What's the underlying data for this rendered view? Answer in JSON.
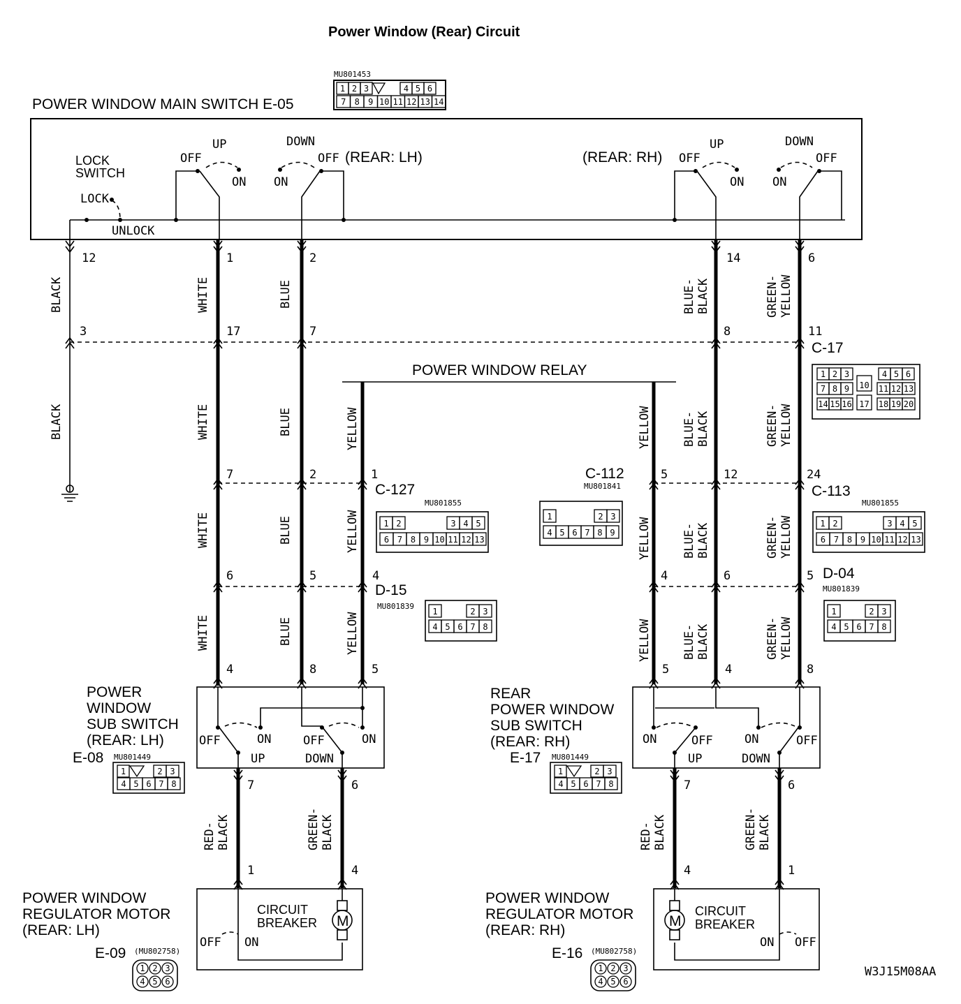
{
  "title": "Power Window (Rear) Circuit",
  "figure_code": "W3J15M08AA",
  "main_switch": {
    "label": "POWER WINDOW MAIN SWITCH E-05",
    "part_number": "MU801453",
    "connector_pins_row1": [
      "1",
      "2",
      "3",
      "4",
      "5",
      "6"
    ],
    "connector_pins_row2": [
      "7",
      "8",
      "9",
      "10",
      "11",
      "12",
      "13",
      "14"
    ],
    "lock_switch": "LOCK SWITCH",
    "lock": "LOCK",
    "unlock": "UNLOCK",
    "rear_lh": "(REAR: LH)",
    "rear_rh": "(REAR: RH)",
    "up": "UP",
    "down": "DOWN",
    "off": "OFF",
    "on": "ON"
  },
  "relay": {
    "label": "POWER WINDOW RELAY"
  },
  "pins": {
    "p12": "12",
    "p1": "1",
    "p2": "2",
    "p14": "14",
    "p6": "6",
    "c17_3": "3",
    "c17_17": "17",
    "c17_7": "7",
    "c17_8": "8",
    "c17_11": "11",
    "c127_7": "7",
    "c127_2": "2",
    "c127_1": "1",
    "c112_5": "5",
    "c113_12": "12",
    "c113_24": "24",
    "d15_6": "6",
    "d15_5": "5",
    "d15_4": "4",
    "d04_4": "4",
    "d04_6": "6",
    "d04_5": "5",
    "e08_4": "4",
    "e08_8": "8",
    "e08_5": "5",
    "e08_7": "7",
    "e08_6": "6",
    "e17_5": "5",
    "e17_4": "4",
    "e17_8": "8",
    "e17_7": "7",
    "e17_6": "6",
    "e09_1": "1",
    "e09_4": "4",
    "e16_4": "4",
    "e16_1": "1"
  },
  "wires": {
    "black": "BLACK",
    "white": "WHITE",
    "blue": "BLUE",
    "yellow": "YELLOW",
    "blue_black_1": "BLUE-",
    "blue_black_2": "BLACK",
    "green_yellow_1": "GREEN-",
    "green_yellow_2": "YELLOW",
    "red_black_1": "RED-",
    "red_black_2": "BLACK",
    "green_black_1": "GREEN-",
    "green_black_2": "BLACK"
  },
  "connectors": {
    "c17": {
      "label": "C-17",
      "row1": [
        "1",
        "2",
        "3",
        "4",
        "5",
        "6"
      ],
      "mid": "10",
      "row2": [
        "7",
        "8",
        "9",
        "11",
        "12",
        "13"
      ],
      "row3": [
        "14",
        "15",
        "16",
        "17",
        "18",
        "19",
        "20"
      ]
    },
    "c127": {
      "label": "C-127",
      "part_number": "MU801855",
      "row1": [
        "1",
        "2",
        "3",
        "4",
        "5"
      ],
      "row2": [
        "6",
        "7",
        "8",
        "9",
        "10",
        "11",
        "12",
        "13"
      ]
    },
    "c112": {
      "label": "C-112",
      "part_number": "MU801841",
      "row1": [
        "1",
        "2",
        "3"
      ],
      "row2": [
        "4",
        "5",
        "6",
        "7",
        "8",
        "9"
      ]
    },
    "c113": {
      "label": "C-113",
      "part_number": "MU801855",
      "row1": [
        "1",
        "2",
        "3",
        "4",
        "5"
      ],
      "row2": [
        "6",
        "7",
        "8",
        "9",
        "10",
        "11",
        "12",
        "13"
      ]
    },
    "d15": {
      "label": "D-15",
      "part_number": "MU801839",
      "row1": [
        "1",
        "2",
        "3"
      ],
      "row2": [
        "4",
        "5",
        "6",
        "7",
        "8"
      ]
    },
    "d04": {
      "label": "D-04",
      "part_number": "MU801839",
      "row1": [
        "1",
        "2",
        "3"
      ],
      "row2": [
        "4",
        "5",
        "6",
        "7",
        "8"
      ]
    }
  },
  "sub_switch_lh": {
    "line1": "POWER",
    "line2": "WINDOW",
    "line3": "SUB SWITCH",
    "line4": "(REAR: LH)",
    "code": "E-08",
    "part_number": "MU801449",
    "row1": [
      "1",
      "2",
      "3"
    ],
    "row2": [
      "4",
      "5",
      "6",
      "7",
      "8"
    ],
    "off1": "OFF",
    "on1": "ON",
    "off2": "OFF",
    "on2": "ON",
    "up": "UP",
    "down": "DOWN"
  },
  "sub_switch_rh": {
    "line1": "REAR",
    "line2": "POWER WINDOW",
    "line3": "SUB SWITCH",
    "line4": "(REAR: RH)",
    "code": "E-17",
    "part_number": "MU801449",
    "row1": [
      "1",
      "2",
      "3"
    ],
    "row2": [
      "4",
      "5",
      "6",
      "7",
      "8"
    ],
    "on1": "ON",
    "off1": "OFF",
    "on2": "ON",
    "off2": "OFF",
    "up": "UP",
    "down": "DOWN"
  },
  "motor_lh": {
    "line1": "POWER WINDOW",
    "line2": "REGULATOR MOTOR",
    "line3": "(REAR: LH)",
    "code": "E-09",
    "part_number": "(MU802758)",
    "breaker1": "CIRCUIT",
    "breaker2": "BREAKER",
    "off": "OFF",
    "on": "ON",
    "m": "M",
    "row1": [
      "1",
      "2",
      "3"
    ],
    "row2": [
      "4",
      "5",
      "6"
    ]
  },
  "motor_rh": {
    "line1": "POWER WINDOW",
    "line2": "REGULATOR MOTOR",
    "line3": "(REAR: RH)",
    "code": "E-16",
    "part_number": "(MU802758)",
    "breaker1": "CIRCUIT",
    "breaker2": "BREAKER",
    "off": "OFF",
    "on": "ON",
    "m": "M",
    "row1": [
      "1",
      "2",
      "3"
    ],
    "row2": [
      "4",
      "5",
      "6"
    ]
  }
}
